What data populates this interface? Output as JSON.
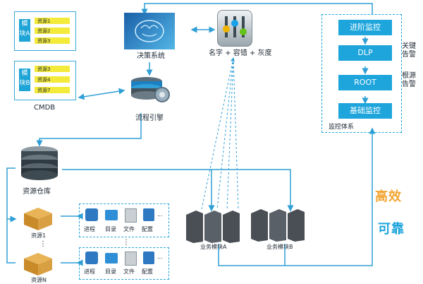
{
  "cmdb": {
    "label": "CMDB",
    "module_a": {
      "tag": "模块A",
      "resources": [
        "资源1",
        "资源2",
        "资源3"
      ]
    },
    "module_b": {
      "tag": "模块B",
      "resources": [
        "资源3",
        "资源4",
        "资源7"
      ]
    }
  },
  "decision": {
    "label": "决策系统"
  },
  "workflow": {
    "label": "流程引擎"
  },
  "release": {
    "label": "名字 + 容错 + 灰度"
  },
  "repository": {
    "label": "资源仓库"
  },
  "resource_units": [
    {
      "label": "资源1",
      "items": [
        "进程",
        "目录",
        "文件",
        "配置"
      ]
    },
    {
      "label": "资源N",
      "items": [
        "进程",
        "目录",
        "文件",
        "配置"
      ]
    }
  ],
  "ellipsis_dots": "⋮",
  "ellipsis_more": "...",
  "business_modules": [
    {
      "label": "业务模块A"
    },
    {
      "label": "业务模块B"
    }
  ],
  "monitoring": {
    "levels": [
      "进阶监控",
      "DLP",
      "ROOT",
      "基础监控"
    ],
    "side_labels": [
      "关键告警",
      "根源告警"
    ],
    "system_label": "监控体系"
  },
  "slogan": {
    "line1": "高效",
    "line2": "可靠"
  },
  "colors": {
    "primary": "#1da5dc",
    "line": "#2f9fd6",
    "highlight_bar": "#f3ea3a",
    "slogan1": "#f2a532",
    "slogan2": "#1da5dc"
  }
}
